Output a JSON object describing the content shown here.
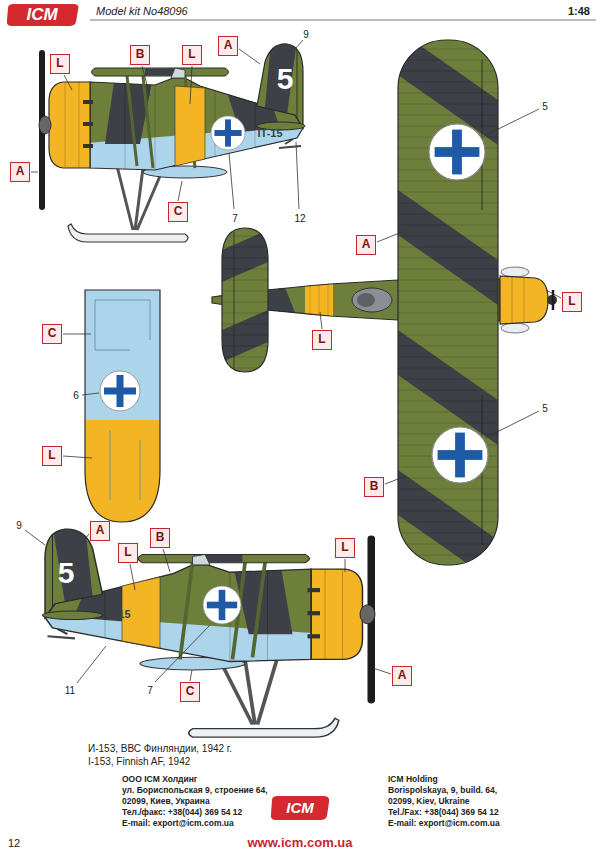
{
  "diagram": {
    "nodes": [
      {
        "text": [
          "A"
        ]
      },
      {
        "text": [
          "B"
        ]
      },
      {
        "text": [
          "L"
        ]
      },
      {
        "text": [
          "L"
        ]
      },
      {
        "text": [
          "A"
        ]
      },
      {
        "text": [
          "C"
        ]
      },
      {
        "text": [
          "A"
        ]
      },
      {
        "text": [
          "L"
        ]
      },
      {
        "text": [
          "C"
        ]
      },
      {
        "text": [
          "L"
        ]
      },
      {
        "text": [
          "L"
        ]
      },
      {
        "text": [
          "B"
        ]
      },
      {
        "text": [
          "A"
        ]
      },
      {
        "text": [
          "B"
        ]
      },
      {
        "text": [
          "L"
        ]
      },
      {
        "text": [
          "L"
        ]
      },
      {
        "text": [
          "A"
        ]
      },
      {
        "text": [
          "C"
        ]
      }
    ],
    "labels": [
      "ICM",
      "Model kit No48096",
      "1:48",
      "5",
      "9",
      "IT-15",
      "7",
      "12",
      "5",
      "5",
      "6",
      "5",
      "9",
      "IT-15",
      "11",
      "7",
      "И-153, ВВС Финляндии, 1942 г.",
      "I-153, Finnish AF, 1942",
      "ООО ICM Холдинг",
      "ул. Бориспольская 9, строение 64,",
      "02099, Киев, Украина",
      "Тел./факс: +38(044) 369 54 12",
      "E-mail: export@icm.com.ua",
      "ICM Holding",
      "Borispolskaya, 9, build. 64,",
      "02099, Kiev, Ukraine",
      "Tel./Fax: +38(044) 369 54 12",
      "E-mail: export@icm.com.ua",
      "ICM",
      "www.icm.com.ua",
      "12"
    ]
  }
}
